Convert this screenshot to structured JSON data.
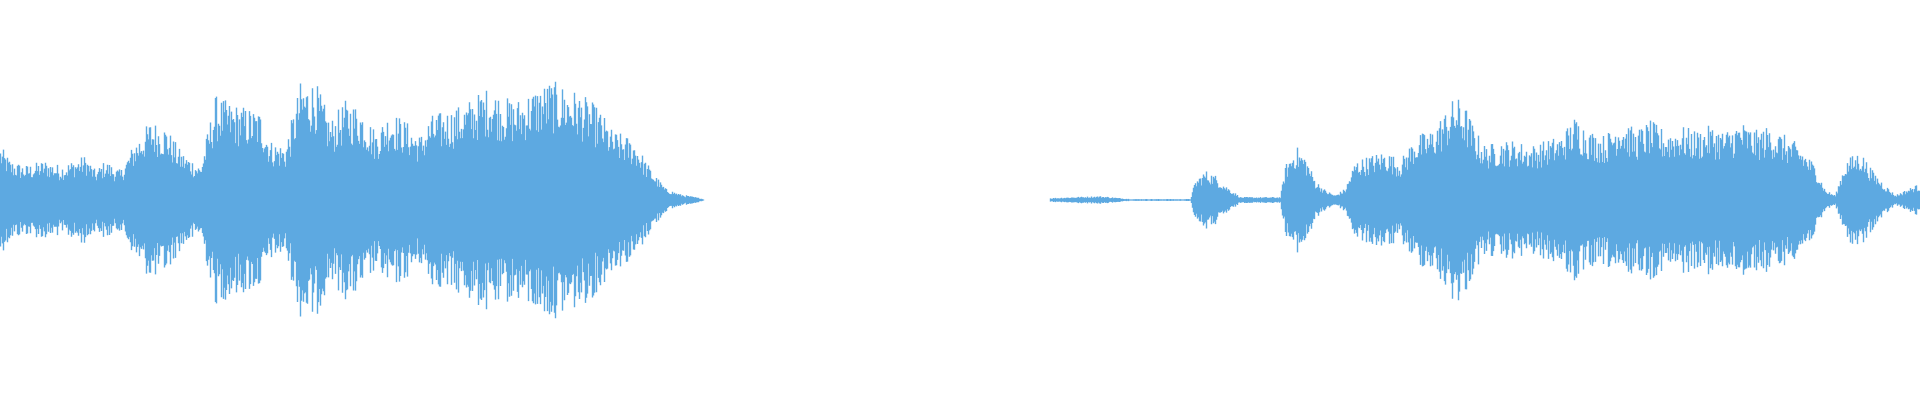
{
  "waveform": {
    "color": "#5DA9E1",
    "background": "#FFFFFF",
    "segments": [
      {
        "kind": "speech",
        "from": 0.0,
        "to": 0.368
      },
      {
        "kind": "silence",
        "from": 0.368,
        "to": 0.547
      },
      {
        "kind": "speech",
        "from": 0.547,
        "to": 1.0
      }
    ]
  }
}
